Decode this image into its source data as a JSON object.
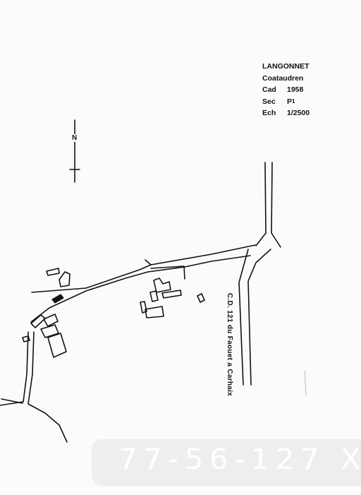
{
  "cartouche": {
    "commune": "LANGONNET",
    "lieu_dit": "Coataudren",
    "cad_label": "Cad",
    "cad_value": "1958",
    "sec_label": "Sec",
    "sec_value": "P",
    "sec_subscript": "1",
    "ech_label": "Ech",
    "ech_value": "1/2500"
  },
  "north_arrow": {
    "letter": "N"
  },
  "road_label": "C.D. 121   du Faouet a Carhaix",
  "watermark": "77-56-127 X",
  "colors": {
    "ink": "#111111",
    "paper": "#fbfbfb",
    "band": "#eeeeee"
  }
}
